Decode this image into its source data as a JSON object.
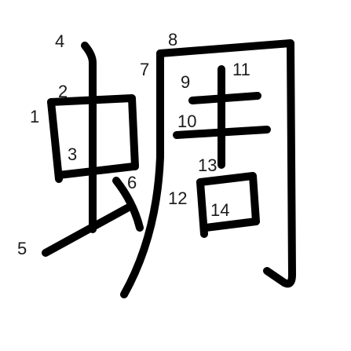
{
  "diagram": {
    "type": "kanji-stroke-order",
    "stroke_color": "#000000",
    "label_color": "#1a1a1a",
    "background": "#ffffff",
    "stroke_labels": [
      "1",
      "2",
      "3",
      "4",
      "5",
      "6",
      "7",
      "8",
      "9",
      "10",
      "11",
      "12",
      "13",
      "14"
    ]
  }
}
